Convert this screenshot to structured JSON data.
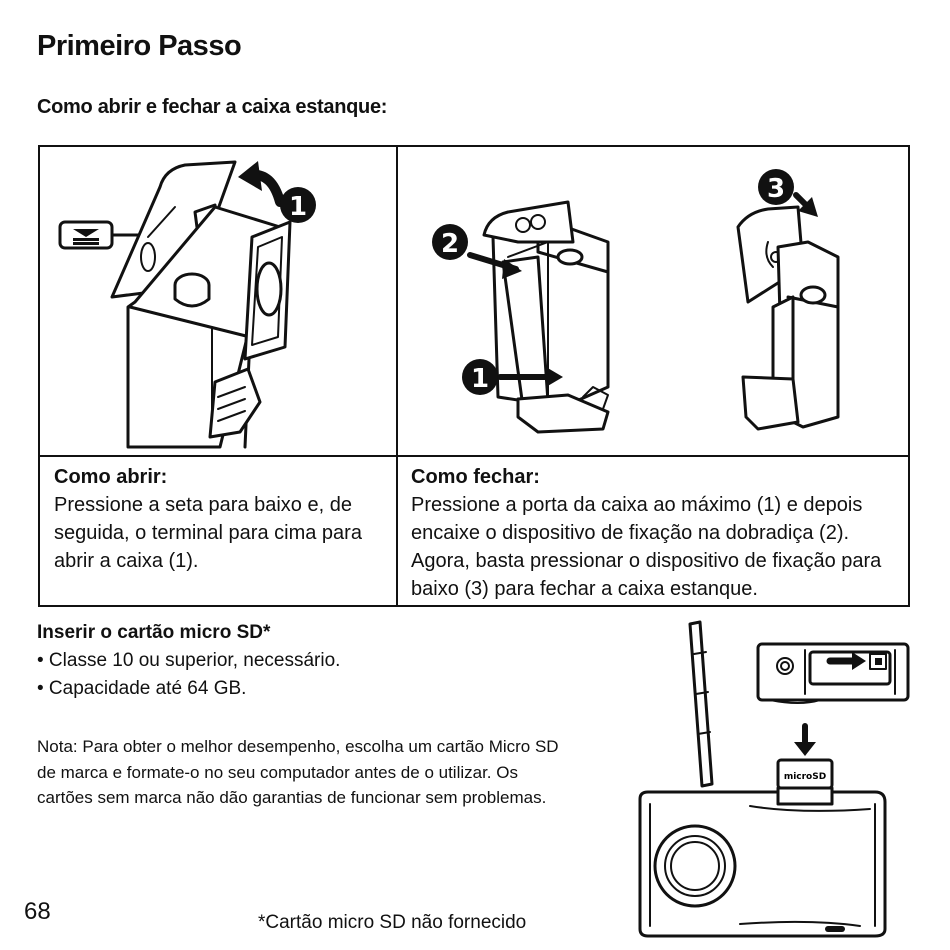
{
  "page": {
    "title": "Primeiro Passo",
    "section_title": "Como abrir e fechar a caixa estanque:",
    "page_number": "68"
  },
  "open": {
    "heading": "Como abrir:",
    "text": "Pressione a seta para baixo e, de seguida, o terminal para cima para abrir a caixa (1).",
    "step_badge": "1"
  },
  "close": {
    "heading": "Como fechar:",
    "text": "Pressione a porta da caixa ao máximo (1) e depois encaixe o dispositivo de fixação na dobradiça (2). Agora, basta pressionar o dispositivo de fixação para baixo (3) para fechar a caixa estanque.",
    "step_badges": [
      "1",
      "2",
      "3"
    ]
  },
  "sd_card": {
    "title": "Inserir o cartão micro SD*",
    "bullets": [
      "• Classe 10 ou superior, necessário.",
      "• Capacidade até 64 GB."
    ],
    "note": "Nota: Para obter o melhor desempenho, escolha um cartão Micro SD de marca e formate-o no seu computador antes de o utilizar. Os cartões sem marca não dão garantias de funcionar sem problemas.",
    "card_label": "microSD",
    "footnote": "*Cartão micro SD não fornecido"
  },
  "icons": [
    "down-arrow-button-icon",
    "curved-arrow-icon",
    "right-arrow-icon",
    "down-arrow-icon"
  ]
}
